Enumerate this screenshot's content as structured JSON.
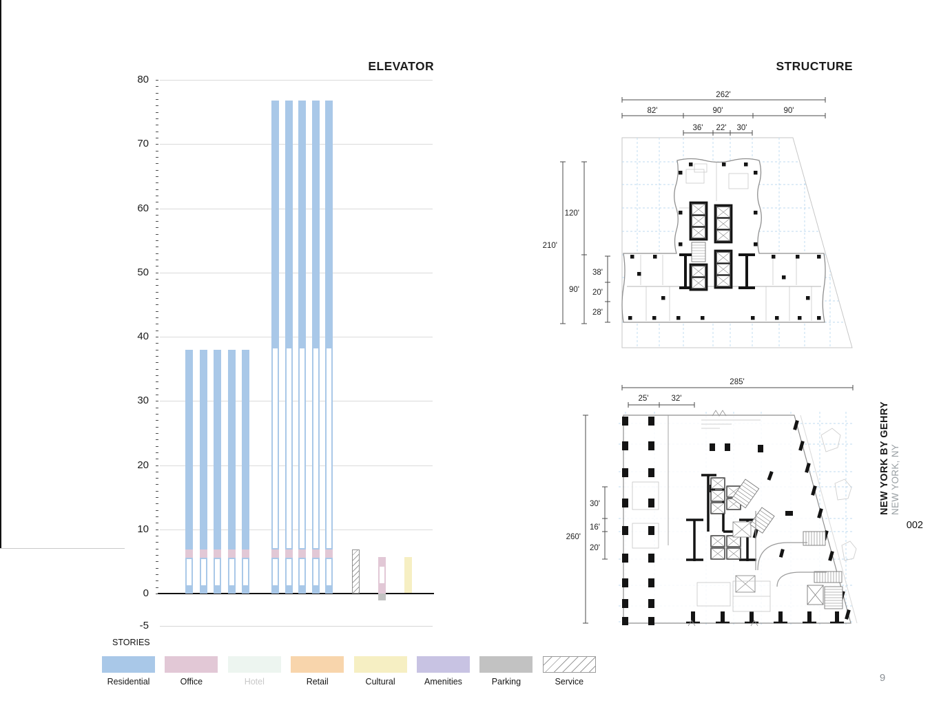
{
  "page": {
    "number": "9"
  },
  "sidebar": {
    "project_title": "NEW YORK BY GEHRY",
    "project_location": "NEW YORK, NY",
    "sheet_badge": "002"
  },
  "elevator": {
    "title": "ELEVATOR",
    "stories_label": "STORIES"
  },
  "structure": {
    "title": "STRUCTURE",
    "typical_plan": {
      "overall_width": "262'",
      "width_segments": [
        "82'",
        "90'",
        "90'"
      ],
      "core_width_segments": [
        "36'",
        "22'",
        "30'"
      ],
      "overall_depth": "210'",
      "depth_segments": [
        "120'",
        "90'"
      ],
      "base_depth_segments": [
        "38'",
        "20'",
        "28'"
      ]
    },
    "ground_plan": {
      "overall_width": "285'",
      "bay_segments": [
        "25'",
        "32'"
      ],
      "overall_depth": "260'",
      "core_depth_segments": [
        "30'",
        "16'",
        "20'"
      ]
    }
  },
  "colors": {
    "residential": "#a9c8e8",
    "office": "#e2c8d6",
    "hotel": "#edf5f0",
    "retail": "#f8d5ac",
    "cultural": "#f6efc3",
    "amenities": "#c8c3e3",
    "parking": "#c2c2c2",
    "service": "#9a9a9a",
    "badge_blue": "#55a9da"
  },
  "legend": {
    "items": [
      {
        "label": "Residential",
        "use": "residential"
      },
      {
        "label": "Office",
        "use": "office"
      },
      {
        "label": "Hotel",
        "use": "hotel",
        "dimmed": true
      },
      {
        "label": "Retail",
        "use": "retail"
      },
      {
        "label": "Cultural",
        "use": "cultural"
      },
      {
        "label": "Amenities",
        "use": "amenities"
      },
      {
        "label": "Parking",
        "use": "parking"
      },
      {
        "label": "Service",
        "use": "service",
        "hatched": true
      }
    ]
  },
  "chart_data": {
    "type": "bar",
    "title": "ELEVATOR",
    "ylabel": "STORIES",
    "ylim": [
      -5,
      80
    ],
    "yticks": [
      80,
      70,
      60,
      50,
      40,
      30,
      20,
      10,
      0,
      -5
    ],
    "grid": true,
    "bar_groups": [
      {
        "name": "low-rise-residential-elevator",
        "count": 5,
        "segments": [
          {
            "use": "residential",
            "style": "solid",
            "from": 0,
            "to": 1.1
          },
          {
            "use": "residential",
            "style": "hollow",
            "from": 1.1,
            "to": 5.6
          },
          {
            "use": "office",
            "style": "solid",
            "from": 5.6,
            "to": 6.9
          },
          {
            "use": "residential",
            "style": "solid",
            "from": 6.9,
            "to": 38
          }
        ]
      },
      {
        "name": "high-rise-residential-elevator",
        "count": 5,
        "segments": [
          {
            "use": "residential",
            "style": "solid",
            "from": 0,
            "to": 1.1
          },
          {
            "use": "residential",
            "style": "hollow",
            "from": 1.1,
            "to": 5.6
          },
          {
            "use": "office",
            "style": "solid",
            "from": 5.6,
            "to": 6.9
          },
          {
            "use": "residential",
            "style": "hollow",
            "from": 6.9,
            "to": 38.4
          },
          {
            "use": "residential",
            "style": "solid",
            "from": 38.4,
            "to": 76.8
          }
        ]
      },
      {
        "name": "service-elevator",
        "count": 1,
        "segments": [
          {
            "use": "service",
            "style": "hatch",
            "from": 0,
            "to": 6.9
          }
        ]
      },
      {
        "name": "office-elevator",
        "count": 1,
        "segments": [
          {
            "use": "parking",
            "style": "solid",
            "from": -1.1,
            "to": 0
          },
          {
            "use": "office",
            "style": "solid",
            "from": 0,
            "to": 1.4
          },
          {
            "use": "office",
            "style": "hollow",
            "from": 1.4,
            "to": 4.4
          },
          {
            "use": "office",
            "style": "solid",
            "from": 4.4,
            "to": 5.7
          }
        ]
      },
      {
        "name": "cultural-elevator",
        "count": 1,
        "segments": [
          {
            "use": "cultural",
            "style": "solid",
            "from": 0.15,
            "to": 5.7
          }
        ]
      }
    ]
  }
}
